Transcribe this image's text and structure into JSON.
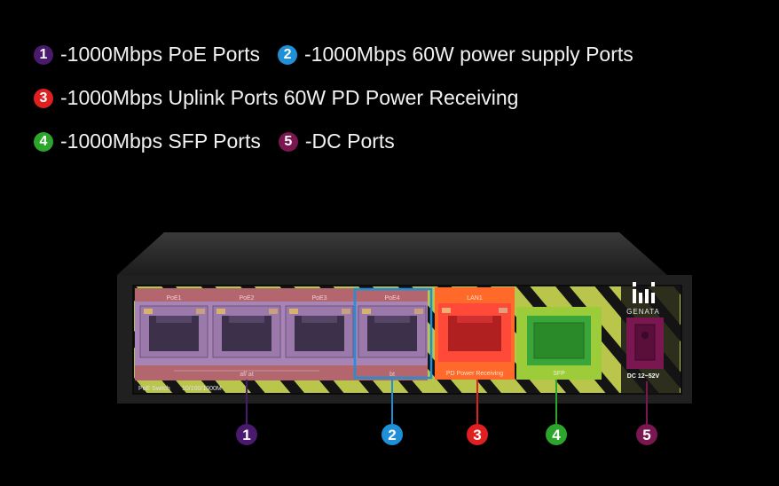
{
  "legend": [
    [
      {
        "num": "1",
        "color": "#4a1a6e",
        "text": "-1000Mbps PoE Ports"
      },
      {
        "num": "2",
        "color": "#1f8fd8",
        "text": "-1000Mbps 60W power supply Ports"
      }
    ],
    [
      {
        "num": "3",
        "color": "#e02020",
        "text": "-1000Mbps Uplink Ports 60W PD Power Receiving"
      }
    ],
    [
      {
        "num": "4",
        "color": "#2ca52c",
        "text": "-1000Mbps SFP Ports"
      },
      {
        "num": "5",
        "color": "#7a1650",
        "text": "-DC Ports"
      }
    ]
  ],
  "device": {
    "port_labels": [
      "PoE1",
      "PoE2",
      "PoE3",
      "PoE4"
    ],
    "lan_label": "LAN1",
    "lan_caption": "PD Power Receiving",
    "sfp_caption": "SFP",
    "group_caption_1": "af/ at",
    "group_caption_2": "bt",
    "model_text": "PoE Switch",
    "speed_text": "10/100/1000M",
    "brand": "GENATA",
    "dc_label": "DC 12~52V"
  },
  "callouts": [
    {
      "num": "1",
      "color": "#4a1a6e"
    },
    {
      "num": "2",
      "color": "#1f8fd8"
    },
    {
      "num": "3",
      "color": "#e02020"
    },
    {
      "num": "4",
      "color": "#2ca52c"
    },
    {
      "num": "5",
      "color": "#7a1650"
    }
  ]
}
